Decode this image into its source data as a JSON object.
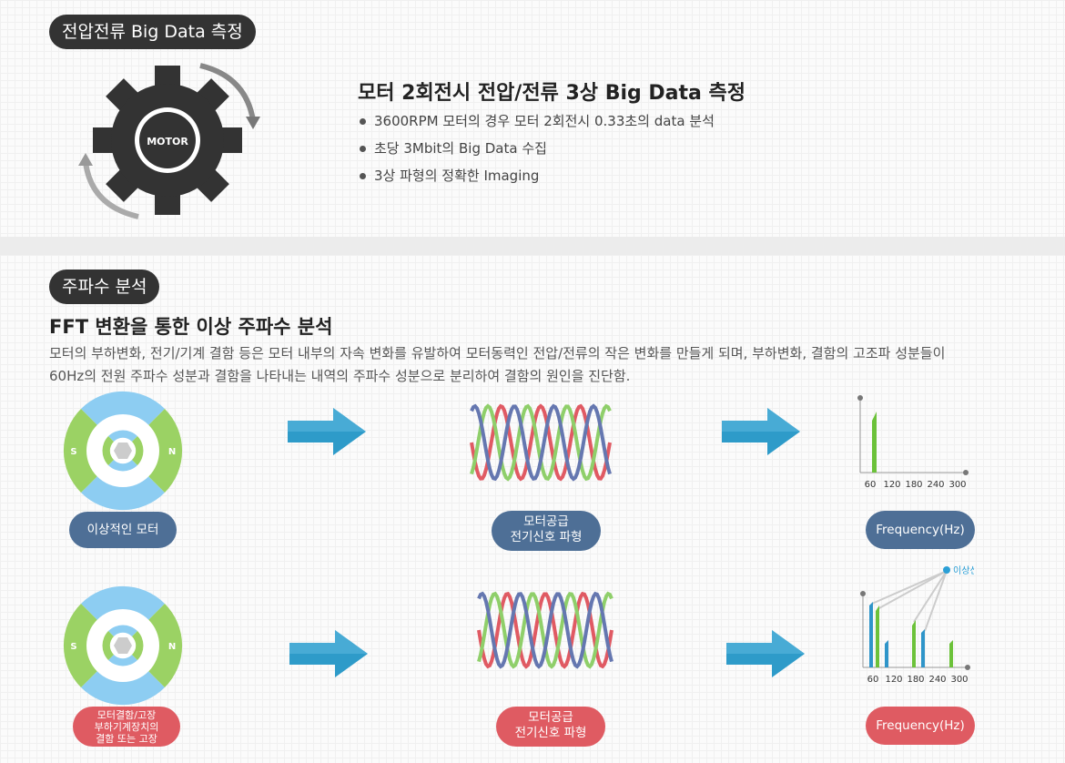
{
  "section1": {
    "pill": "전압전류 Big Data 측정",
    "motor_label": "MOTOR",
    "heading": "모터 2회전시 전압/전류 3상 Big Data 측정",
    "bullets": [
      "3600RPM 모터의 경우 모터 2회전시 0.33초의 data 분석",
      "초당 3Mbit의 Big Data 수집",
      "3상 파형의 정확한 Imaging"
    ]
  },
  "section2": {
    "pill": "주파수 분석",
    "heading": "FFT  변환을 통한 이상 주파수 분석",
    "description_line1": "모터의 부하변화, 전기/기계 결함 등은 모터 내부의 자속 변화를 유발하여 모터동력인 전압/전류의 작은 변화를 만들게 되며, 부하변화, 결함의 고조파 성분들이",
    "description_line2": "60Hz의 전원 주파수 성분과 결함을 나타내는 내역의 주파수 성분으로 분리하여 결함의 원인을 진단함."
  },
  "rotor": {
    "s": "S",
    "n": "N"
  },
  "row1": {
    "motor_label": "이상적인 모터",
    "wave_label_1": "모터공급",
    "wave_label_2": "전기신호 파형",
    "freq_label": "Frequency(Hz)",
    "ticks": [
      "60",
      "120",
      "180",
      "240",
      "300"
    ]
  },
  "row2": {
    "motor_label_1": "모터결함/고장",
    "motor_label_2": "부하기계장치의",
    "motor_label_3": "결함 또는 고장",
    "wave_label_1": "모터공급",
    "wave_label_2": "전기신호 파형",
    "freq_label": "Frequency(Hz)",
    "anomaly": "이상신호",
    "ticks": [
      "60",
      "120",
      "180",
      "240",
      "300"
    ]
  },
  "colors": {
    "dark": "#333333",
    "green": "#9bd264",
    "light_blue": "#8dcdf2",
    "arrow_blue": "#2e9bc9",
    "wave_red": "#e05a63",
    "wave_green": "#8fcf6a",
    "wave_blue": "#6577b0",
    "label_blue": "#4e6f96",
    "label_red": "#df5b62",
    "anomaly_dot": "#2a9fd6"
  }
}
